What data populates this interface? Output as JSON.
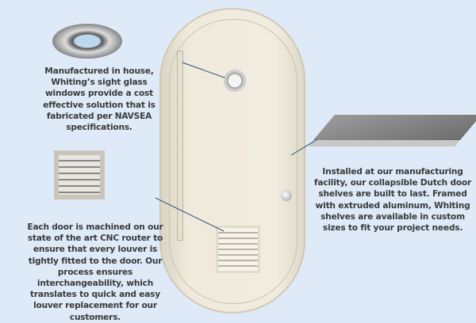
{
  "captions": {
    "sight_glass": [
      "Manufactured in house,",
      "Whiting’s sight glass",
      "windows provide a cost",
      "effective solution that is",
      "fabricated per NAVSEA",
      "specifications."
    ],
    "louver": [
      "Each door is machined on our",
      "state of the art CNC router to",
      "ensure that every louver is",
      "tightly fitted to the door.  Our",
      "process ensures",
      "interchangeability, which",
      "translates to quick and easy",
      "louver replacement for our",
      "customers."
    ],
    "shelf": [
      "Installed at our manufacturing",
      "facility, our collapsible Dutch door",
      "shelves are built to last.  Framed",
      "with extruded aluminum, Whiting",
      "shelves are available in custom",
      "sizes to fit your project needs."
    ]
  },
  "colors": {
    "background": "#dfeaf8",
    "door": "#efeadc",
    "leader": "#2f4f7a"
  }
}
